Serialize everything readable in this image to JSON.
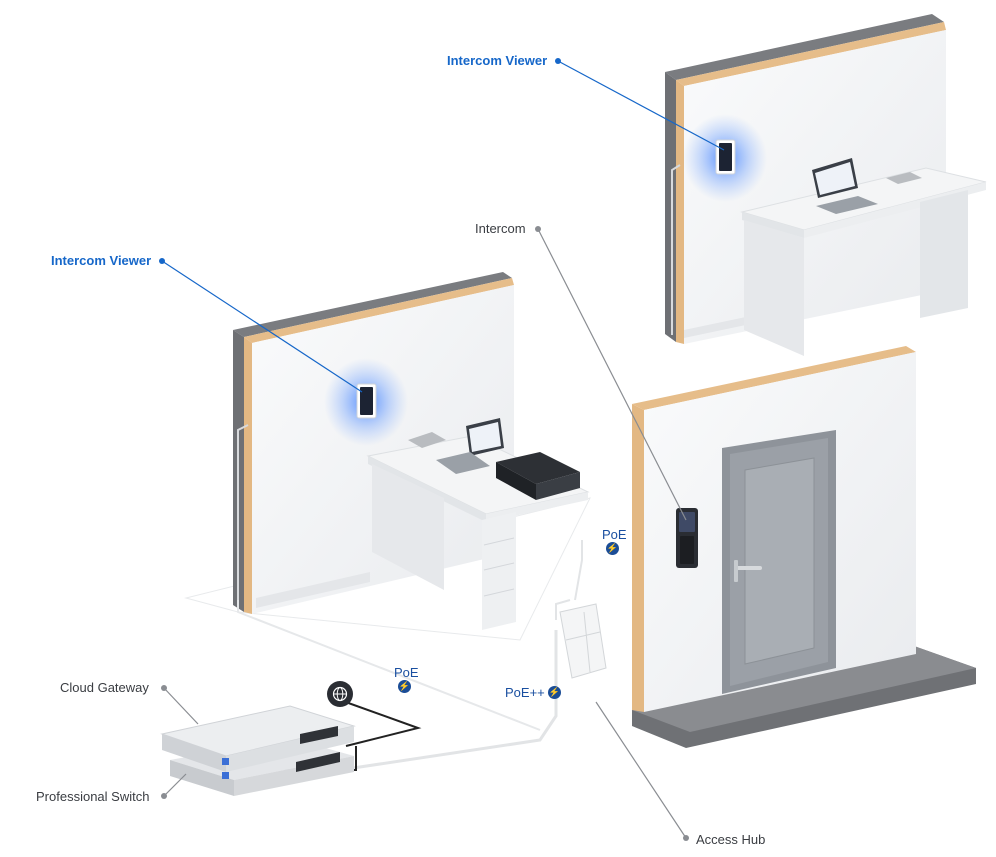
{
  "labels": {
    "intercom_viewer_top": "Intercom Viewer",
    "intercom_viewer_left": "Intercom Viewer",
    "intercom": "Intercom",
    "cloud_gateway": "Cloud Gateway",
    "professional_switch": "Professional Switch",
    "access_hub": "Access Hub"
  },
  "poe": {
    "poe_door": "PoE",
    "poe_floor": "PoE",
    "poe_hub": "PoE++"
  },
  "icons": {
    "poe_badge": "lightning-bolt-icon",
    "internet": "globe-icon"
  },
  "colors": {
    "accent_blue": "#1667c9",
    "poe_blue": "#1b4d96",
    "wall": "#f1f2f4",
    "wood": "#e3b883",
    "concrete": "#6f7175",
    "door": "#8e939a",
    "screen_glow": "#3b7dff"
  }
}
